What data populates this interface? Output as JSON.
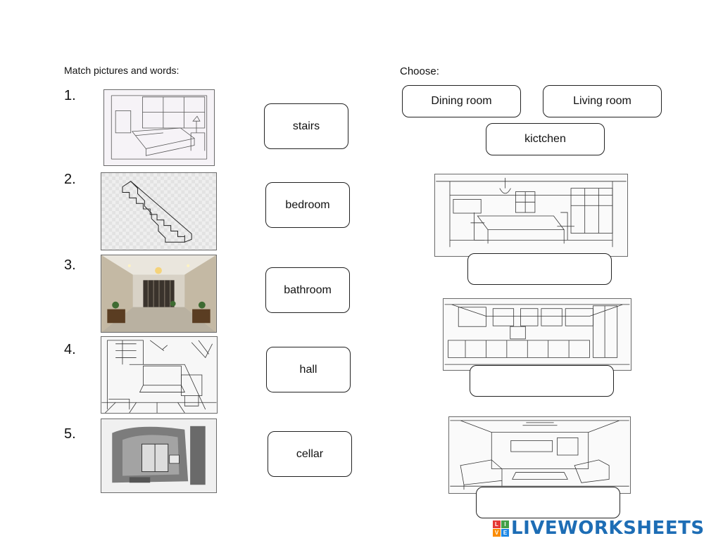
{
  "worksheet": {
    "instruction": "Match pictures and words:",
    "choose_label": "Choose:"
  },
  "numbers": [
    "1.",
    "2.",
    "3.",
    "4.",
    "5."
  ],
  "pictures": [
    {
      "scene": "bedroom-sketch"
    },
    {
      "scene": "stairs-sketch"
    },
    {
      "scene": "hall-photo"
    },
    {
      "scene": "bathroom-sketch"
    },
    {
      "scene": "cellar-sketch"
    }
  ],
  "words": [
    "stairs",
    "bedroom",
    "bathroom",
    "hall",
    "cellar"
  ],
  "choices": [
    "Dining room",
    "Living room",
    "kictchen"
  ],
  "answers": [
    {
      "scene": "dining-room-sketch",
      "value": "",
      "placeholder": ""
    },
    {
      "scene": "kitchen-sketch",
      "value": "",
      "placeholder": ""
    },
    {
      "scene": "living-room-sketch",
      "value": "",
      "placeholder": ""
    }
  ],
  "brand": {
    "logo_text": "LIVEWORKSHEETS",
    "logo_letters": [
      "L",
      "I",
      "V",
      "E"
    ],
    "logo_colors": [
      "#e53935",
      "#43a047",
      "#fb8c00",
      "#1e88e5"
    ]
  }
}
